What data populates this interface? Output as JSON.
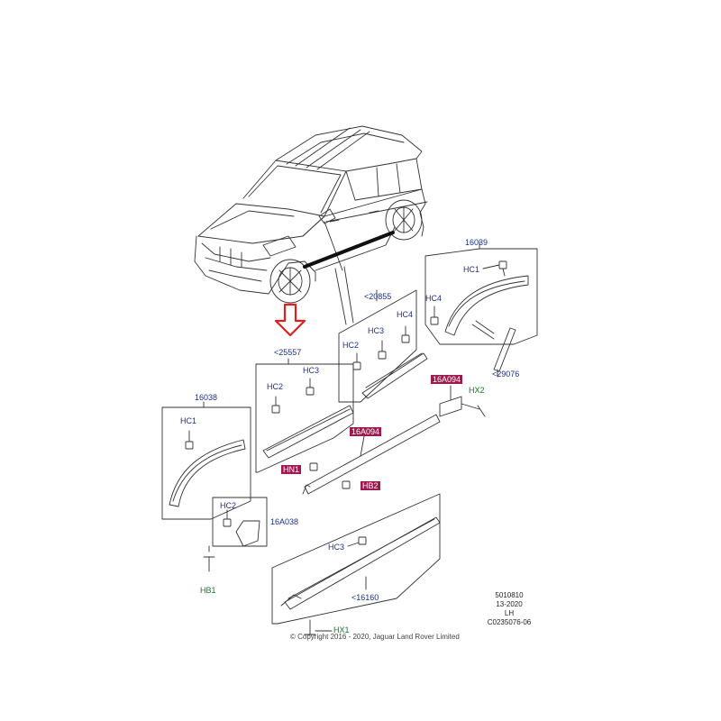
{
  "colors": {
    "blue_label": "#1b2f8c",
    "green_label": "#0f7d1c",
    "highlight": "#9c1a4d",
    "arrow": "#e02020"
  },
  "icons": {
    "pointer_arrow": "down-arrow-icon"
  },
  "labels": {
    "p16039": "16039",
    "p20855": "<20855",
    "p25557": "<25557",
    "p16038": "16038",
    "p16a038": "16A038",
    "p29076": "<29076",
    "p16160": "<16160",
    "hc1_a": "HC1",
    "hc1_b": "HC1",
    "hc2_a": "HC2",
    "hc2_b": "HC2",
    "hc2_c": "HC2",
    "hc3_a": "HC3",
    "hc3_b": "HC3",
    "hc3_c": "HC3",
    "hc4_a": "HC4",
    "hc4_b": "HC4",
    "hx2": "HX2",
    "hx1": "HX1",
    "hb1": "HB1",
    "hl_bracket": "16A094",
    "hl_sill": "16A094",
    "hl_hn1": "HN1",
    "hl_hb2": "HB2"
  },
  "meta": {
    "line1": "5010810",
    "line2": "13-2020",
    "line3": "LH",
    "line4": "C0235076-06"
  },
  "copyright": "© Copyright 2016 - 2020, Jaguar Land Rover Limited"
}
